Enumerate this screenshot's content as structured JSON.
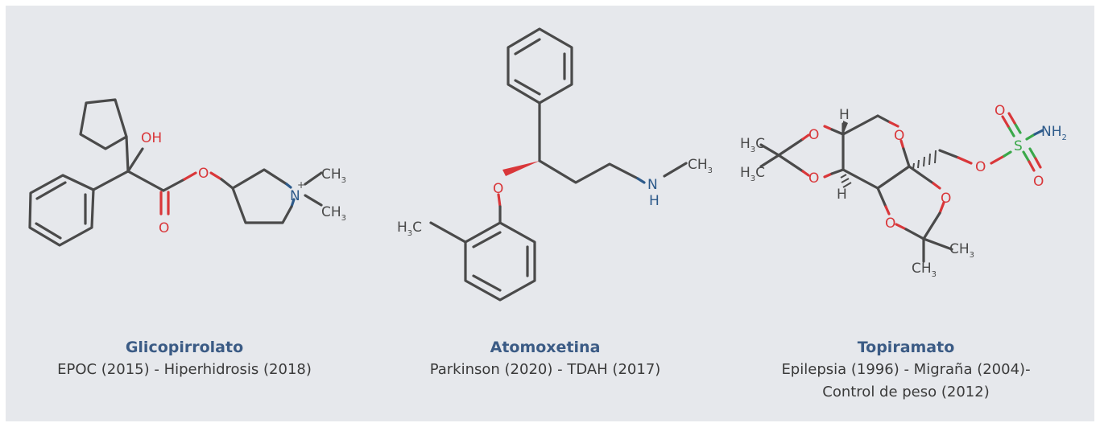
{
  "molecules": [
    {
      "name": "Glicopirrolato",
      "uses": "EPOC (2015) - Hiperhidrosis (2018)",
      "atoms": {
        "oh": "OH",
        "o_ester": "O",
        "o_carbonyl": "O",
        "n": "N",
        "plus": "+",
        "ch": "CH",
        "three": "3"
      }
    },
    {
      "name": "Atomoxetina",
      "uses": "Parkinson (2020) - TDAH (2017)",
      "atoms": {
        "o": "O",
        "n": "N",
        "h": "H",
        "ch": "CH",
        "hc": "H",
        "c": "C",
        "three": "3"
      }
    },
    {
      "name": "Topiramato",
      "uses_line1": "Epilepsia (1996) - Migraña (2004)-",
      "uses_line2": "Control de peso  (2012)",
      "atoms": {
        "o": "O",
        "h": "H",
        "c": "C",
        "ch": "CH",
        "three": "3",
        "s": "S",
        "nh": "NH",
        "two": "2"
      }
    }
  ],
  "colors": {
    "background": "#e6e8ec",
    "carbon": "#4a4a4a",
    "oxygen": "#d9373a",
    "nitrogen": "#2d5a8a",
    "sulfur": "#3aa84a",
    "title": "#3b5b85"
  }
}
